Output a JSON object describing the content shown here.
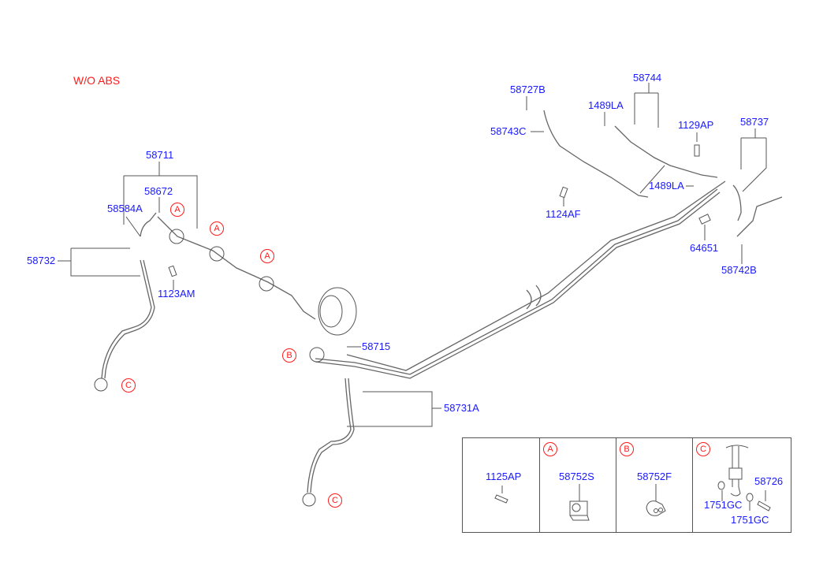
{
  "title": "W/O ABS",
  "labels": {
    "p58711": "58711",
    "p58672": "58672",
    "p58584A": "58584A",
    "p58732": "58732",
    "p1123AM": "1123AM",
    "p58715": "58715",
    "p58731A": "58731A",
    "p58727B": "58727B",
    "p58743C": "58743C",
    "p1489LA_1": "1489LA",
    "p58744": "58744",
    "p1129AP": "1129AP",
    "p58737": "58737",
    "p1489LA_2": "1489LA",
    "p1124AF": "1124AF",
    "p64651": "64651",
    "p58742B": "58742B"
  },
  "refs": {
    "a": "A",
    "b": "B",
    "c": "C"
  },
  "legend_table": {
    "cells": [
      {
        "ref": "",
        "parts": [
          "1125AP"
        ]
      },
      {
        "ref": "A",
        "parts": [
          "58752S"
        ]
      },
      {
        "ref": "B",
        "parts": [
          "58752F"
        ]
      },
      {
        "ref": "C",
        "parts": [
          "58726",
          "1751GC",
          "1751GC"
        ]
      }
    ]
  }
}
